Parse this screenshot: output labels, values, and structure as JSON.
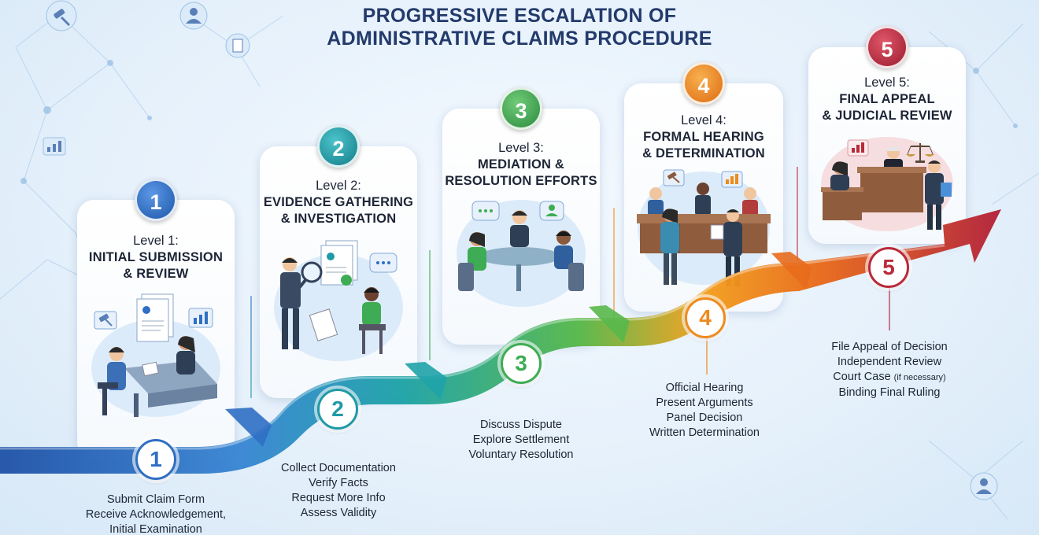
{
  "title_line1": "PROGRESSIVE ESCALATION OF",
  "title_line2": "ADMINISTRATIVE CLAIMS PROCEDURE",
  "levels": [
    {
      "num": "1",
      "label": "Level 1:",
      "line1": "INITIAL SUBMISSION",
      "line2": "& REVIEW",
      "line3": "",
      "color": "#2f6fc4",
      "steps": [
        "Submit Claim Form",
        "Receive Acknowledgement,",
        "Initial Examination"
      ]
    },
    {
      "num": "2",
      "label": "Level 2:",
      "line1": "EVIDENCE GATHERING",
      "line2": "& INVESTIGATION",
      "line3": "",
      "color": "#1f9aa6",
      "steps": [
        "Collect Documentation",
        "Verify Facts",
        "Request More Info",
        "Assess Validity"
      ]
    },
    {
      "num": "3",
      "label": "Level 3:",
      "line1": "MEDIATION &",
      "line2": "RESOLUTION EFFORTS",
      "line3": "",
      "color": "#3eac54",
      "steps": [
        "Discuss Dispute",
        "Explore Settlement",
        "Voluntary Resolution"
      ]
    },
    {
      "num": "4",
      "label": "Level 4:",
      "line1": "FORMAL HEARING",
      "line2": "& DETERMINATION",
      "line3": "",
      "color": "#ef8a1e",
      "steps": [
        "Official Hearing",
        "Present Arguments",
        "Panel Decision",
        "Written Determination"
      ]
    },
    {
      "num": "5",
      "label": "Level 5:",
      "line1": "FINAL APPEAL",
      "line2": "& JUDICIAL REVIEW",
      "line3": "",
      "color": "#b92a3a",
      "steps": [
        "File Appeal of Decision",
        "Independent Review",
        "Court Case",
        "Binding Final Ruling"
      ],
      "step_note": "(if necessary)"
    }
  ]
}
